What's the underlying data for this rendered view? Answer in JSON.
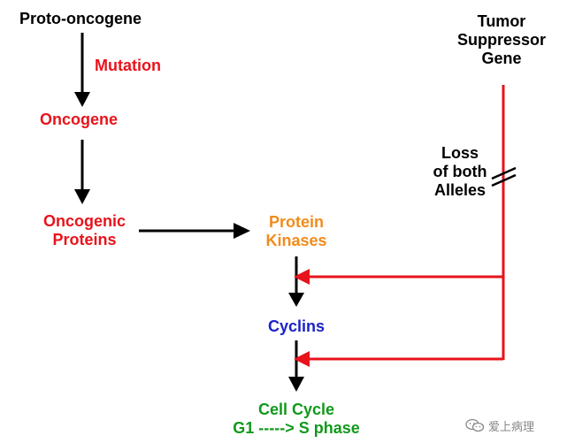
{
  "colors": {
    "black": "#000000",
    "red": "#e8131b",
    "orange": "#f08c1c",
    "blue": "#1c22c8",
    "green": "#11991c",
    "watermark": "#888888"
  },
  "labels": {
    "proto_oncogene": "Proto-oncogene",
    "mutation": "Mutation",
    "oncogene": "Oncogene",
    "oncogenic_line1": "Oncogenic",
    "oncogenic_line2": "Proteins",
    "kinases_line1": "Protein",
    "kinases_line2": "Kinases",
    "tumor_line1": "Tumor",
    "tumor_line2": "Suppressor",
    "tumor_line3": "Gene",
    "loss_line1": "Loss",
    "loss_line2": "of both",
    "loss_line3": "Alleles",
    "cyclins": "Cyclins",
    "cell_cycle_line1": "Cell Cycle",
    "cell_cycle_line2": "G1 -----> S phase"
  },
  "watermark": {
    "icon": "wechat-icon",
    "text": "爱上病理"
  }
}
